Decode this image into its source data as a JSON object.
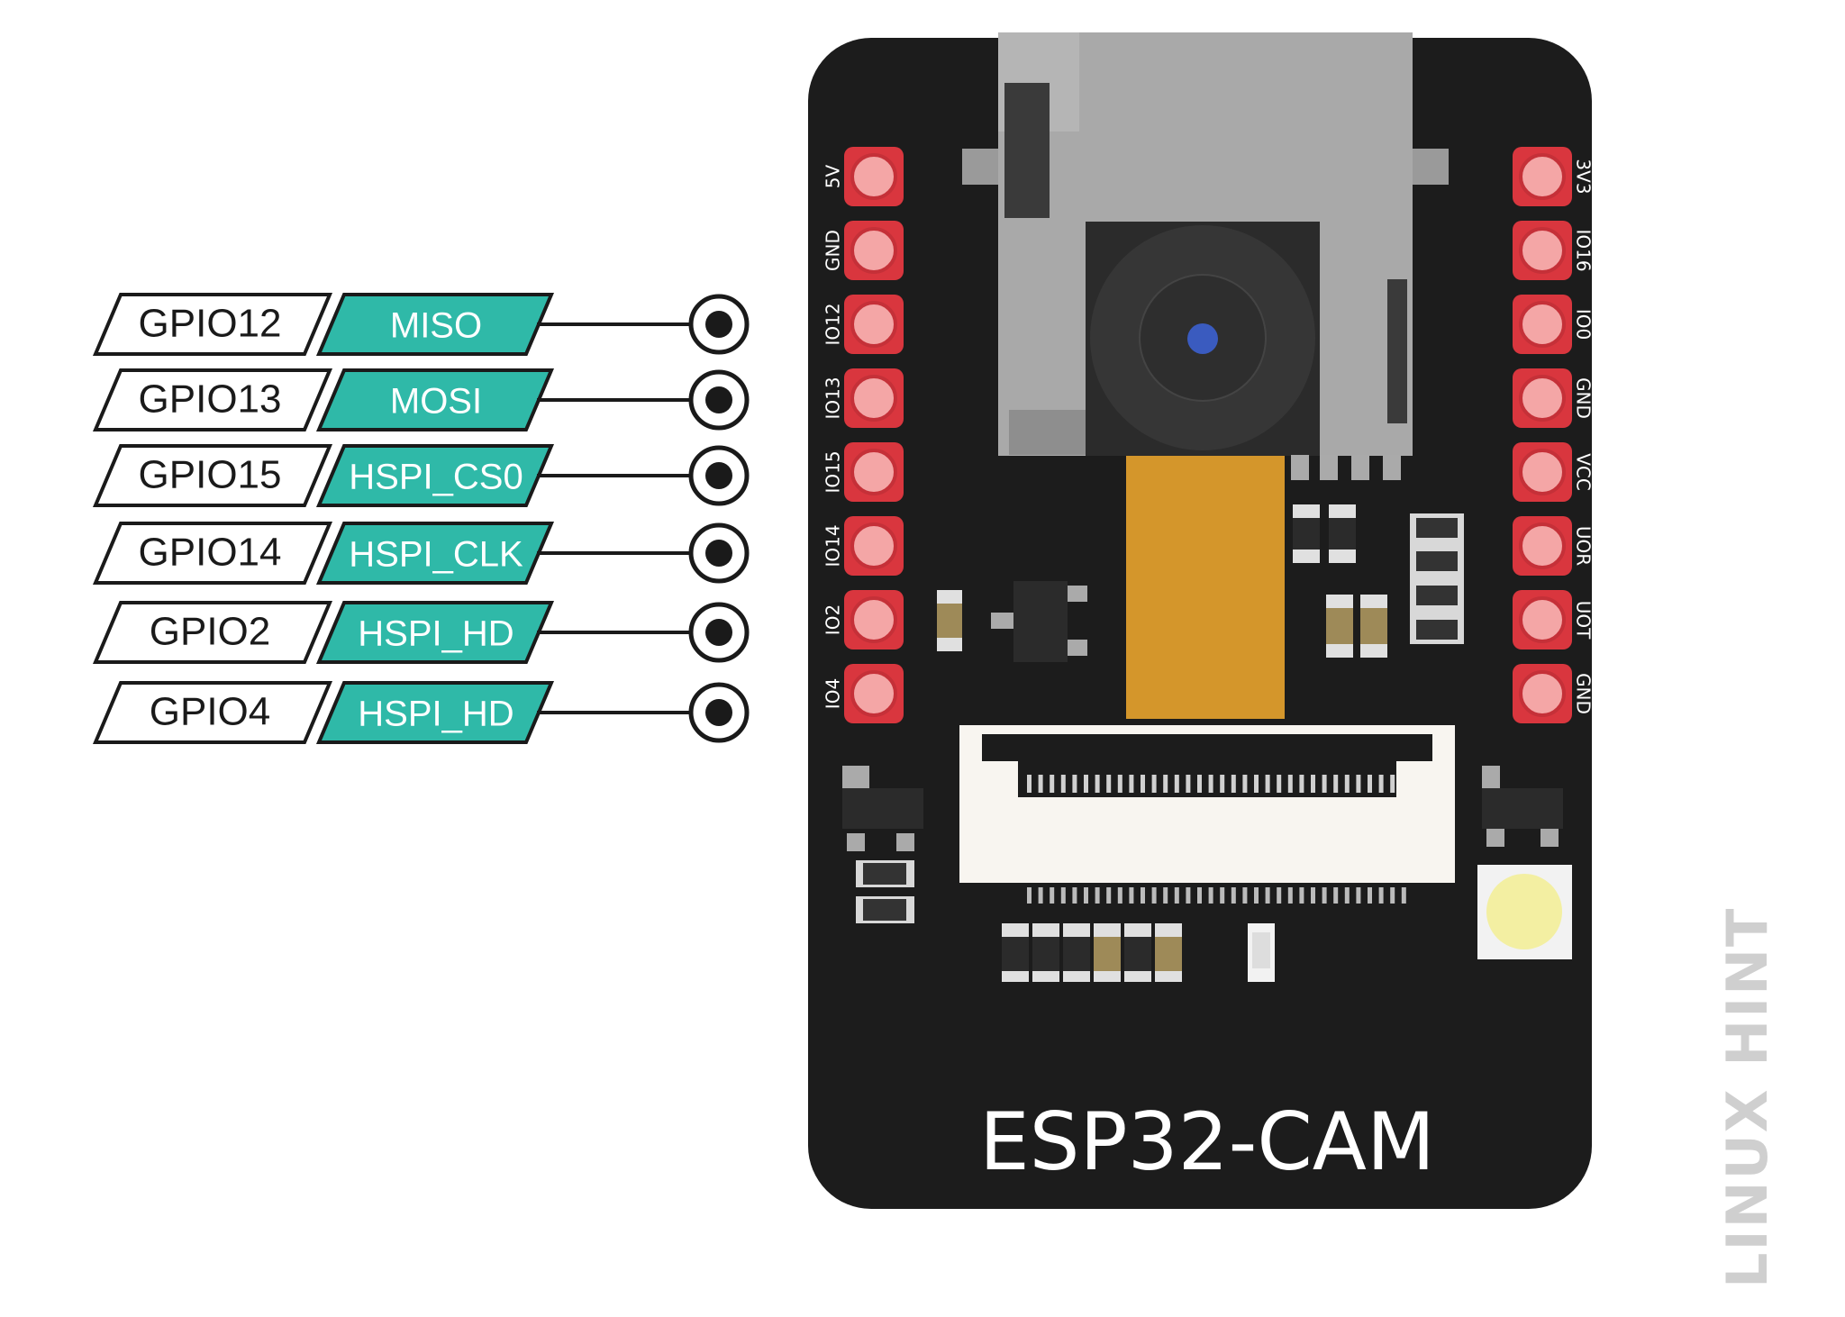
{
  "board": {
    "title": "ESP32-CAM",
    "left_pins": [
      "5V",
      "GND",
      "IO12",
      "IO13",
      "IO15",
      "IO14",
      "IO2",
      "IO4"
    ],
    "right_pins": [
      "3V3",
      "IO16",
      "IO0",
      "GND",
      "VCC",
      "UOR",
      "UOT",
      "GND"
    ],
    "pcb_color": "#1c1c1c",
    "pad_color": "#d9363e",
    "ribbon_color": "#d4962b"
  },
  "pin_labels": [
    {
      "gpio": "GPIO12",
      "function": "MISO"
    },
    {
      "gpio": "GPIO13",
      "function": "MOSI"
    },
    {
      "gpio": "GPIO15",
      "function": "HSPI_CS0"
    },
    {
      "gpio": "GPIO14",
      "function": "HSPI_CLK"
    },
    {
      "gpio": "GPIO2",
      "function": "HSPI_HD"
    },
    {
      "gpio": "GPIO4",
      "function": "HSPI_HD"
    }
  ],
  "colors": {
    "function_fill": "#2fb9a8",
    "label_outline": "#1a1a1a"
  },
  "watermark": "LINUX HINT"
}
